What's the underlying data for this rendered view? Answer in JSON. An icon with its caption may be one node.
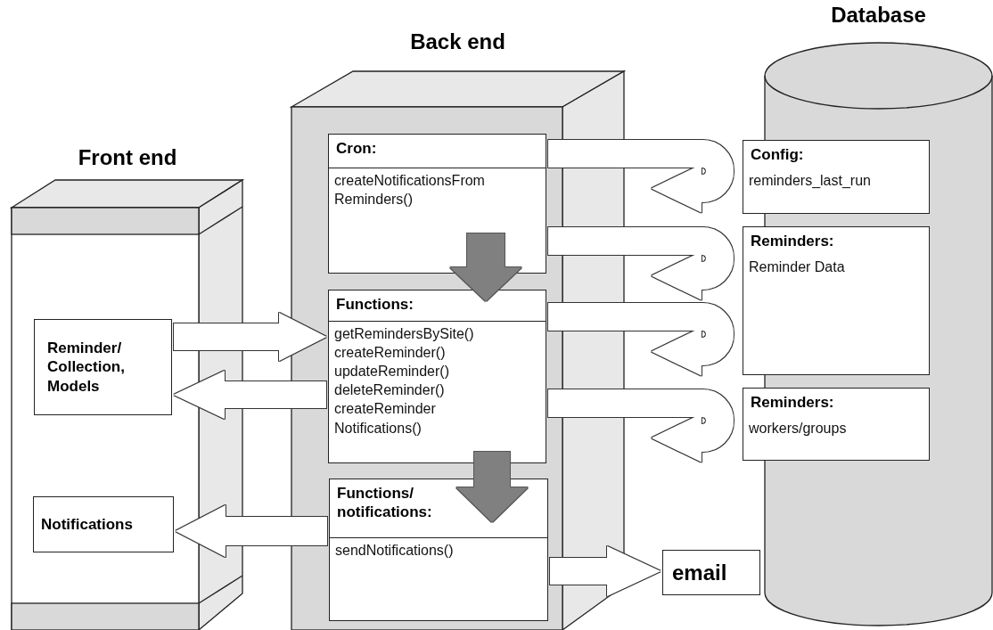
{
  "diagram": {
    "nodes": [
      {
        "text": [
          "Front end"
        ]
      },
      {
        "text": [
          "Reminder/ Collection, Models"
        ],
        "in": 0
      },
      {
        "text": [
          "Notifications"
        ],
        "in": 0
      },
      {
        "text": [
          "Back end"
        ]
      },
      {
        "text": [
          "Cron:",
          "createNotificationsFrom Reminders()"
        ],
        "in": 3
      },
      {
        "text": [
          "Functions:",
          "getRemindersBySite() createReminder() updateReminder() deleteReminder() createReminder Notifications()"
        ],
        "in": 3
      },
      {
        "text": [
          "Functions/ notifications:",
          "sendNotifications()"
        ],
        "in": 3
      },
      {
        "text": [
          "Database"
        ]
      },
      {
        "text": [
          "Config:",
          "reminders_last_run"
        ]
      },
      {
        "text": [
          "Reminders:",
          "Reminder Data"
        ]
      },
      {
        "text": [
          "Reminders:",
          "workers/groups"
        ]
      },
      {
        "text": [
          "email"
        ]
      }
    ],
    "edges": [
      {
        "from": 1,
        "to": 5,
        "arrow": "to"
      },
      {
        "from": 5,
        "to": 1,
        "arrow": "to"
      },
      {
        "from": 6,
        "to": 2,
        "arrow": "to"
      },
      {
        "from": 6,
        "to": 11,
        "arrow": "to"
      },
      {
        "from": 4,
        "to": 5,
        "arrow": "to",
        "color": "#808080"
      },
      {
        "from": 5,
        "to": 6,
        "arrow": "to",
        "color": "#808080"
      },
      {
        "from": 4,
        "to": 8,
        "arrow": "to"
      },
      {
        "from": 4,
        "to": 9,
        "arrow": "to"
      },
      {
        "from": 5,
        "to": 9,
        "arrow": "to"
      },
      {
        "from": 5,
        "to": 10,
        "arrow": "to"
      }
    ]
  }
}
